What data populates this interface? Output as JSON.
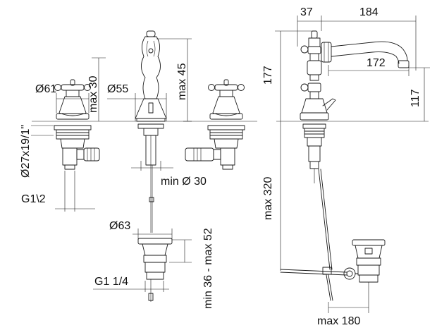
{
  "dimensions": {
    "d61": "Ø61",
    "max30": "max 30",
    "d55": "Ø55",
    "max45": "max 45",
    "d27": "Ø27x19/1\"",
    "g12": "G1\\2",
    "mind30": "min Ø 30",
    "d63": "Ø63",
    "g114": "G1 1/4",
    "min36": "min 36 - max 52",
    "w37": "37",
    "w184": "184",
    "w172": "172",
    "h177": "177",
    "h117": "117",
    "max320": "max 320",
    "max180": "max 180"
  }
}
